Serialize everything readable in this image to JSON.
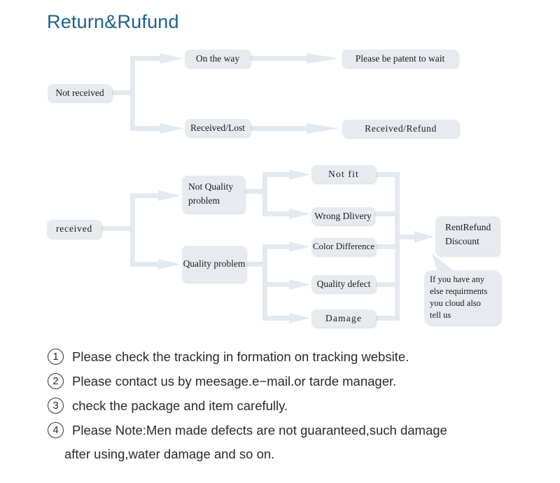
{
  "title": "Return&Rufund",
  "colors": {
    "title": "#1f5f8b",
    "node_bg": "#e7ebf0",
    "connector": "#e4e9ef"
  },
  "top_flow": {
    "not_received": "Not received",
    "on_the_way": "On the way",
    "please_wait": "Please be patent to wait",
    "received_lost": "Received/Lost",
    "received_refund": "Received/Refund"
  },
  "bottom_flow": {
    "received": "received",
    "not_quality_line1": "Not Quality",
    "not_quality_line2": "problem",
    "quality_problem": "Quality problem",
    "not_fit": "Not fit",
    "wrong_delivery": "Wrong Dlivery",
    "color_difference": "Color Difference",
    "quality_defect": "Quality defect",
    "damage": "Damage",
    "outcome_line1": "RentRefund",
    "outcome_line2": "Discount",
    "bubble_line1": "If you have any",
    "bubble_line2": "else requirments",
    "bubble_line3": "you cloud also",
    "bubble_line4": "tell us"
  },
  "notes": [
    {
      "num": "1",
      "text": "Please check the tracking in formation on tracking website."
    },
    {
      "num": "2",
      "text": "Please contact us by meesage.e−mail.or tarde manager."
    },
    {
      "num": "3",
      "text": "check the package and item carefully."
    },
    {
      "num": "4",
      "text": "Please Note:Men made defects are not guaranteed,such damage"
    }
  ],
  "note_continuation": "after using,water damage and so on."
}
